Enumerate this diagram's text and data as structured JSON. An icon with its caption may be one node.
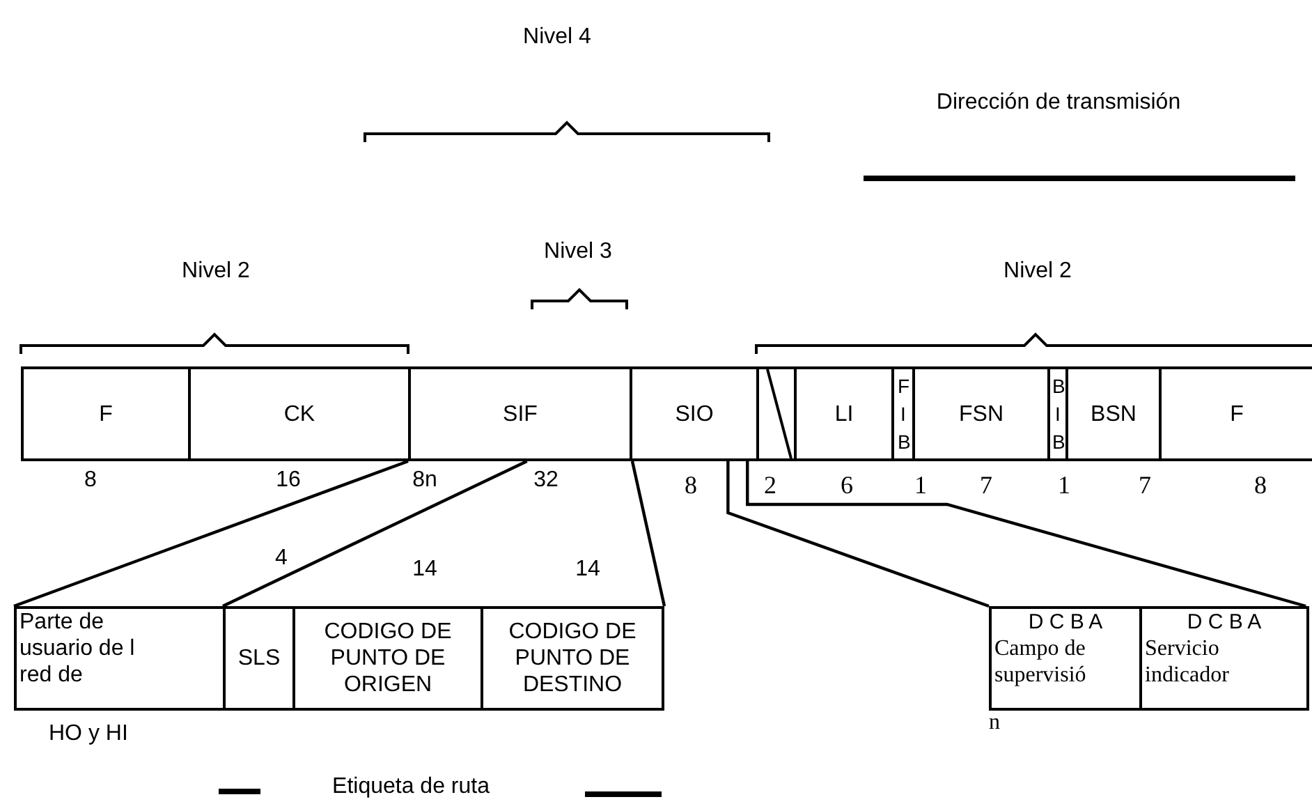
{
  "diagram": {
    "nodes": [
      {
        "text": [
          "F"
        ]
      },
      {
        "text": [
          "CK"
        ]
      },
      {
        "text": [
          "SIF"
        ]
      },
      {
        "text": [
          "SIO"
        ]
      },
      {
        "text": [],
        "shape": "box"
      },
      {
        "text": [
          "LI"
        ]
      },
      {
        "text": [
          "F I B"
        ]
      },
      {
        "text": [
          "FSN"
        ]
      },
      {
        "text": [
          "B I B"
        ]
      },
      {
        "text": [
          "BSN"
        ]
      },
      {
        "text": [
          "F"
        ]
      },
      {
        "text": [
          "Parte de usuario de l red de"
        ],
        "beside": [
          "HO y HI"
        ]
      },
      {
        "text": [
          "SLS"
        ]
      },
      {
        "text": [
          "CODIGO DE PUNTO DE ORIGEN"
        ]
      },
      {
        "text": [
          "CODIGO DE PUNTO DE DESTINO"
        ]
      },
      {
        "text": [
          "D C B A",
          "Campo de supervisió"
        ],
        "beside": [
          "n"
        ]
      },
      {
        "text": [
          "D C B A",
          "Servicio indicador"
        ]
      }
    ],
    "edges": [
      {
        "from": 2,
        "to": 11,
        "arrow": "none"
      },
      {
        "from": 2,
        "to": 12,
        "arrow": "none"
      },
      {
        "from": 2,
        "to": 14,
        "arrow": "none"
      },
      {
        "from": 3,
        "to": 15,
        "arrow": "none"
      },
      {
        "from": 3,
        "to": 16,
        "arrow": "none"
      }
    ],
    "labels": [
      "Nivel 4",
      "Dirección de transmisión",
      "Nivel 2",
      "Nivel 3",
      "Nivel 2",
      "8",
      "16",
      "8n",
      "32",
      "8",
      "2",
      "6",
      "1",
      "7",
      "1",
      "7",
      "8",
      "4",
      "14",
      "14",
      "Etiqueta de ruta"
    ]
  }
}
